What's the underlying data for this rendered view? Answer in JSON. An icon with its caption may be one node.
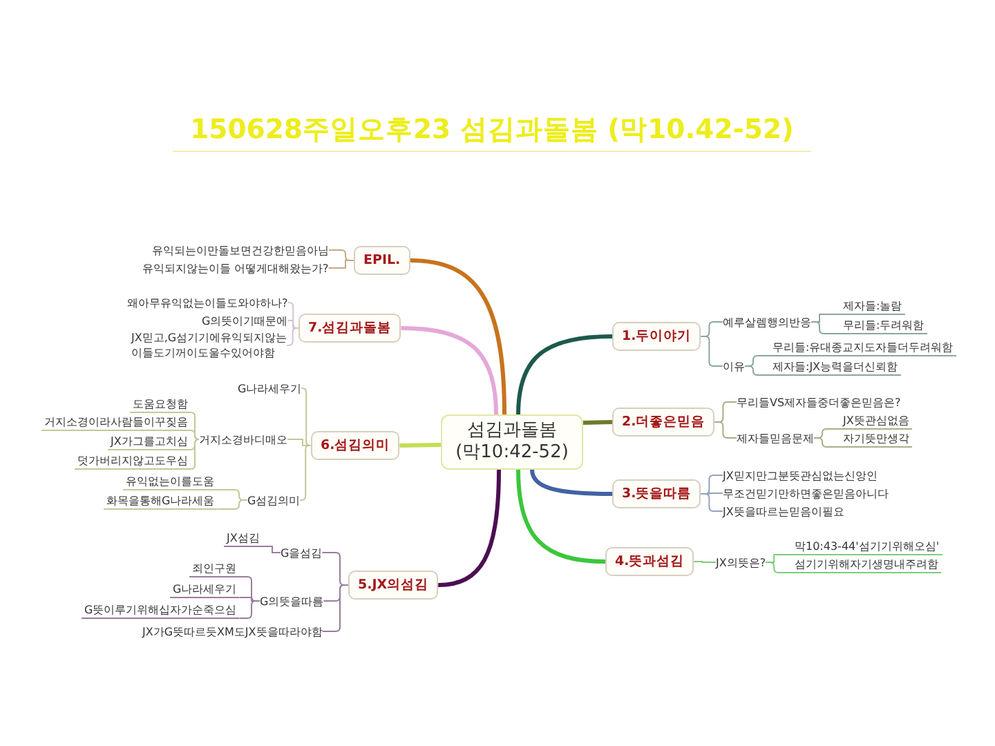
{
  "diagram": {
    "title": "150628주일오후23 섬김과돌봄 (막10.42-52)",
    "nodes": [
      {
        "text": [
          "섬김과돌봄 (막10:42-52)"
        ]
      },
      {
        "text": [
          "1.두이야기"
        ]
      },
      {
        "text": [
          "예루살렘행의반응"
        ]
      },
      {
        "text": [
          "제자들:놀람"
        ]
      },
      {
        "text": [
          "무리들:두려워함"
        ]
      },
      {
        "text": [
          "이유"
        ]
      },
      {
        "text": [
          "무리들:유대종교지도자들더두려워함"
        ]
      },
      {
        "text": [
          "제자들:JX능력을더신뢰함"
        ]
      },
      {
        "text": [
          "2.더좋은믿음"
        ]
      },
      {
        "text": [
          "무리들VS제자들중더좋은믿음은?"
        ]
      },
      {
        "text": [
          "제자들믿음문제"
        ]
      },
      {
        "text": [
          "JX뜻관심없음"
        ]
      },
      {
        "text": [
          "자기뜻만생각"
        ]
      },
      {
        "text": [
          "3.뜻을따름"
        ]
      },
      {
        "text": [
          "JX믿지만그분뜻관심없는신앙인"
        ]
      },
      {
        "text": [
          "무조건믿기만하면좋은믿음아니다"
        ]
      },
      {
        "text": [
          "JX뜻을따르는믿음이필요"
        ]
      },
      {
        "text": [
          "4.뜻과섬김"
        ]
      },
      {
        "text": [
          "JX의뜻은?"
        ]
      },
      {
        "text": [
          "막10:43-44'섬기기위해오심'"
        ]
      },
      {
        "text": [
          "섬기기위해자기생명내주려함"
        ]
      },
      {
        "text": [
          "5.JX의섬김"
        ]
      },
      {
        "text": [
          "G을섬김"
        ]
      },
      {
        "text": [
          "JX섬김"
        ]
      },
      {
        "text": [
          "G의뜻을따름"
        ]
      },
      {
        "text": [
          "죄인구원"
        ]
      },
      {
        "text": [
          "G나라세우기"
        ]
      },
      {
        "text": [
          "G뜻이루기위해십자가순죽으심"
        ]
      },
      {
        "text": [
          "JX가G뜻따르듯XM도JX뜻을따라야함"
        ]
      },
      {
        "text": [
          "6.섬김의미"
        ]
      },
      {
        "text": [
          "G나라세우기"
        ]
      },
      {
        "text": [
          "거지소경바디매오"
        ]
      },
      {
        "text": [
          "도움요청함"
        ]
      },
      {
        "text": [
          "거지소경이라사람들이꾸짖음"
        ]
      },
      {
        "text": [
          "JX가그를고치심"
        ]
      },
      {
        "text": [
          "덧가버리지않고도우심"
        ]
      },
      {
        "text": [
          "G섬김의미"
        ]
      },
      {
        "text": [
          "유익없는이를도움"
        ]
      },
      {
        "text": [
          "화목을통해G나라세움"
        ]
      },
      {
        "text": [
          "7.섬김과돌봄"
        ]
      },
      {
        "text": [
          "왜아무유익없는이들도와야하나?"
        ]
      },
      {
        "text": [
          "G의뜻이기때문에"
        ]
      },
      {
        "text": [
          "JX믿고,G섬기기에유익되지않는 이들도기꺼이도울수있어야함"
        ]
      },
      {
        "text": [
          "EPIL."
        ]
      },
      {
        "text": [
          "유익되는이만돌보면건강한믿음아님"
        ]
      },
      {
        "text": [
          "유익되지않는이들 어떻게대해왔는가?"
        ]
      }
    ],
    "edges": [
      {
        "from": 0,
        "to": 1,
        "arrow": "none",
        "style": "thick",
        "color": "#1d5a4c"
      },
      {
        "from": 1,
        "to": 2,
        "arrow": "none",
        "color": "#8aa6a0"
      },
      {
        "from": 2,
        "to": 3,
        "arrow": "none",
        "color": "#8aa6a0"
      },
      {
        "from": 2,
        "to": 4,
        "arrow": "none",
        "color": "#8aa6a0"
      },
      {
        "from": 1,
        "to": 5,
        "arrow": "none",
        "color": "#8aa6a0"
      },
      {
        "from": 5,
        "to": 6,
        "arrow": "none",
        "color": "#8aa6a0"
      },
      {
        "from": 5,
        "to": 7,
        "arrow": "none",
        "color": "#8aa6a0"
      },
      {
        "from": 0,
        "to": 8,
        "arrow": "none",
        "style": "thick",
        "color": "#6e7b2c"
      },
      {
        "from": 8,
        "to": 9,
        "arrow": "none",
        "color": "#a9ae86"
      },
      {
        "from": 8,
        "to": 10,
        "arrow": "none",
        "color": "#a9ae86"
      },
      {
        "from": 10,
        "to": 11,
        "arrow": "none",
        "color": "#a9ae86"
      },
      {
        "from": 10,
        "to": 12,
        "arrow": "none",
        "color": "#a9ae86"
      },
      {
        "from": 0,
        "to": 13,
        "arrow": "none",
        "style": "thick",
        "color": "#4262a4"
      },
      {
        "from": 13,
        "to": 14,
        "arrow": "none",
        "color": "#94a2c0"
      },
      {
        "from": 13,
        "to": 15,
        "arrow": "none",
        "color": "#94a2c0"
      },
      {
        "from": 13,
        "to": 16,
        "arrow": "none",
        "color": "#94a2c0"
      },
      {
        "from": 0,
        "to": 17,
        "arrow": "none",
        "style": "thick",
        "color": "#3cc63c"
      },
      {
        "from": 17,
        "to": 18,
        "arrow": "none",
        "color": "#7ccc7c"
      },
      {
        "from": 18,
        "to": 19,
        "arrow": "none",
        "color": "#7ccc7c"
      },
      {
        "from": 18,
        "to": 20,
        "arrow": "none",
        "color": "#7ccc7c"
      },
      {
        "from": 0,
        "to": 21,
        "arrow": "none",
        "style": "thick",
        "color": "#4c0f52"
      },
      {
        "from": 21,
        "to": 22,
        "arrow": "none",
        "color": "#9a7c9c"
      },
      {
        "from": 22,
        "to": 23,
        "arrow": "none",
        "color": "#9a7c9c"
      },
      {
        "from": 21,
        "to": 24,
        "arrow": "none",
        "color": "#9a7c9c"
      },
      {
        "from": 24,
        "to": 25,
        "arrow": "none",
        "color": "#9a7c9c"
      },
      {
        "from": 24,
        "to": 26,
        "arrow": "none",
        "color": "#9a7c9c"
      },
      {
        "from": 24,
        "to": 27,
        "arrow": "none",
        "color": "#9a7c9c"
      },
      {
        "from": 21,
        "to": 28,
        "arrow": "none",
        "color": "#9a7c9c"
      },
      {
        "from": 0,
        "to": 29,
        "arrow": "none",
        "style": "thick",
        "color": "#c4de52"
      },
      {
        "from": 29,
        "to": 30,
        "arrow": "none",
        "color": "#c2c898"
      },
      {
        "from": 29,
        "to": 31,
        "arrow": "none",
        "color": "#c2c898"
      },
      {
        "from": 31,
        "to": 32,
        "arrow": "none",
        "color": "#c2c898"
      },
      {
        "from": 31,
        "to": 33,
        "arrow": "none",
        "color": "#c2c898"
      },
      {
        "from": 31,
        "to": 34,
        "arrow": "none",
        "color": "#c2c898"
      },
      {
        "from": 31,
        "to": 35,
        "arrow": "none",
        "color": "#c2c898"
      },
      {
        "from": 29,
        "to": 36,
        "arrow": "none",
        "color": "#c2c898"
      },
      {
        "from": 36,
        "to": 37,
        "arrow": "none",
        "color": "#c2c898"
      },
      {
        "from": 36,
        "to": 38,
        "arrow": "none",
        "color": "#c2c898"
      },
      {
        "from": 0,
        "to": 39,
        "arrow": "none",
        "style": "thick",
        "color": "#e4a8d8"
      },
      {
        "from": 39,
        "to": 40,
        "arrow": "none",
        "color": "#d8c0d2"
      },
      {
        "from": 39,
        "to": 41,
        "arrow": "none",
        "color": "#d8c0d2"
      },
      {
        "from": 39,
        "to": 42,
        "arrow": "none",
        "color": "#d8c0d2"
      },
      {
        "from": 0,
        "to": 43,
        "arrow": "none",
        "style": "thick",
        "color": "#c8731e"
      },
      {
        "from": 43,
        "to": 44,
        "arrow": "none",
        "color": "#c8a888"
      },
      {
        "from": 43,
        "to": 45,
        "arrow": "none",
        "color": "#c8a888"
      }
    ]
  }
}
